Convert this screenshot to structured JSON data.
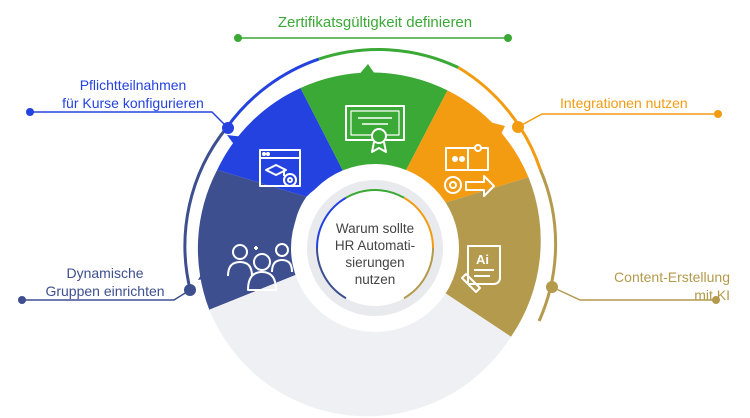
{
  "diagram": {
    "center_label": [
      "Warum sollte",
      "HR Automati-",
      "sierungen",
      "nutzen"
    ],
    "items": [
      {
        "key": "certificate",
        "lines": [
          "Zertifikatsgültigkeit definieren"
        ],
        "color": "#3aa935",
        "icon": "certificate-icon"
      },
      {
        "key": "integrations",
        "lines": [
          "Integrationen nutzen"
        ],
        "color": "#f39c12",
        "icon": "puzzle-gear-icon"
      },
      {
        "key": "content",
        "lines": [
          "Content-Erstellung",
          "mit KI"
        ],
        "color": "#b39a4c",
        "icon": "ai-document-icon"
      },
      {
        "key": "groups",
        "lines": [
          "Dynamische",
          "Gruppen einrichten"
        ],
        "color": "#3d4f8f",
        "icon": "user-group-icon"
      },
      {
        "key": "mandatory",
        "lines": [
          "Pflichtteilnahmen",
          "für Kurse konfigurieren"
        ],
        "color": "#2442e0",
        "icon": "course-settings-icon"
      }
    ]
  },
  "colors": {
    "green": "#3aa935",
    "orange": "#f39c12",
    "gold": "#b39a4c",
    "navy": "#3d4f8f",
    "blue": "#2442e0",
    "gray_segment": "#eef0f3",
    "text_dark": "#444444"
  }
}
